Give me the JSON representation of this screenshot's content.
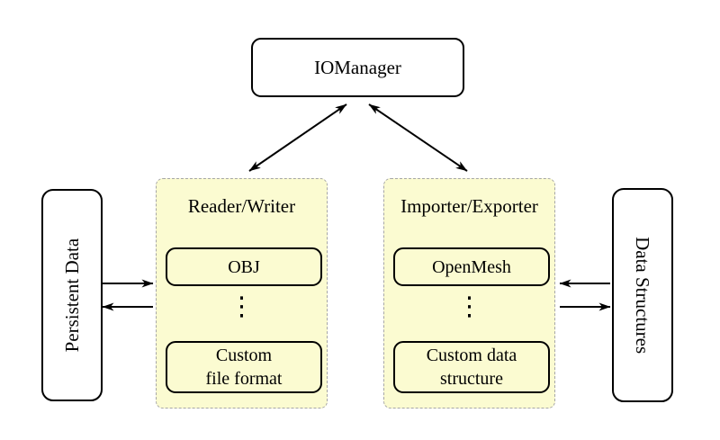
{
  "colors": {
    "container_fill": "#fbfbd1",
    "container_border": "#a6a6a6",
    "node_fill": "#ffffff",
    "node_border": "#000000",
    "arrow": "#000000"
  },
  "nodes": {
    "iomanager": "IOManager",
    "persistent_data": "Persistent Data",
    "data_structures": "Data Structures"
  },
  "reader_writer": {
    "title": "Reader/Writer",
    "top_item": "OBJ",
    "ellipsis": "⋮",
    "bottom_item": "Custom\nfile format"
  },
  "importer_exporter": {
    "title": "Importer/Exporter",
    "top_item": "OpenMesh",
    "ellipsis": "⋮",
    "bottom_item": "Custom data\nstructure"
  }
}
